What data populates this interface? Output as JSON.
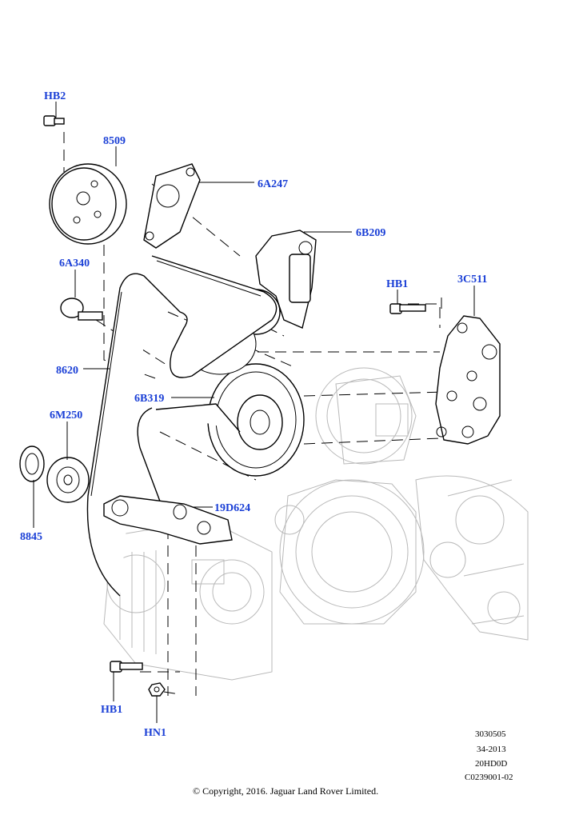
{
  "callouts": [
    {
      "id": "HB2",
      "text": "HB2"
    },
    {
      "id": "8509",
      "text": "8509"
    },
    {
      "id": "6A247",
      "text": "6A247"
    },
    {
      "id": "6B209",
      "text": "6B209"
    },
    {
      "id": "6A340",
      "text": "6A340"
    },
    {
      "id": "HB1_top",
      "text": "HB1"
    },
    {
      "id": "3C511",
      "text": "3C511"
    },
    {
      "id": "8620",
      "text": "8620"
    },
    {
      "id": "6B319",
      "text": "6B319"
    },
    {
      "id": "6M250",
      "text": "6M250"
    },
    {
      "id": "19D624",
      "text": "19D624"
    },
    {
      "id": "8845",
      "text": "8845"
    },
    {
      "id": "HB1_bottom",
      "text": "HB1"
    },
    {
      "id": "HN1",
      "text": "HN1"
    }
  ],
  "reference": {
    "line1": "3030505",
    "line2": "34-2013",
    "line3": "20HD0D",
    "line4": "C0239001-02"
  },
  "copyright": "© Copyright, 2016. Jaguar Land Rover Limited.",
  "colors": {
    "callout": "#1a3fd6",
    "line": "#000000",
    "ghost": "#b9b9b9"
  }
}
